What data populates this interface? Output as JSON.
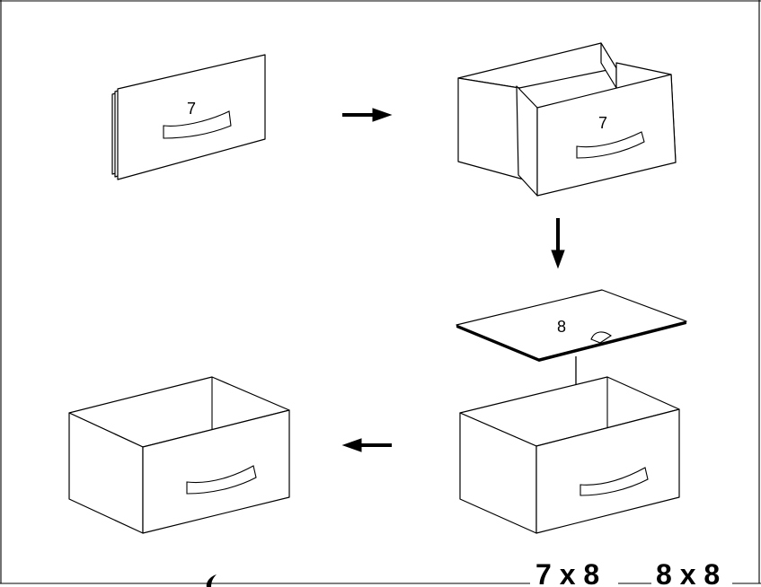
{
  "step1": {
    "panel_number": "7"
  },
  "step2": {
    "panel_number": "7"
  },
  "step3": {
    "panel_number": "8"
  },
  "footer": {
    "codes": [
      "7 x 8",
      "8 x 8"
    ]
  },
  "line_color": "#000000",
  "background": "#ffffff"
}
